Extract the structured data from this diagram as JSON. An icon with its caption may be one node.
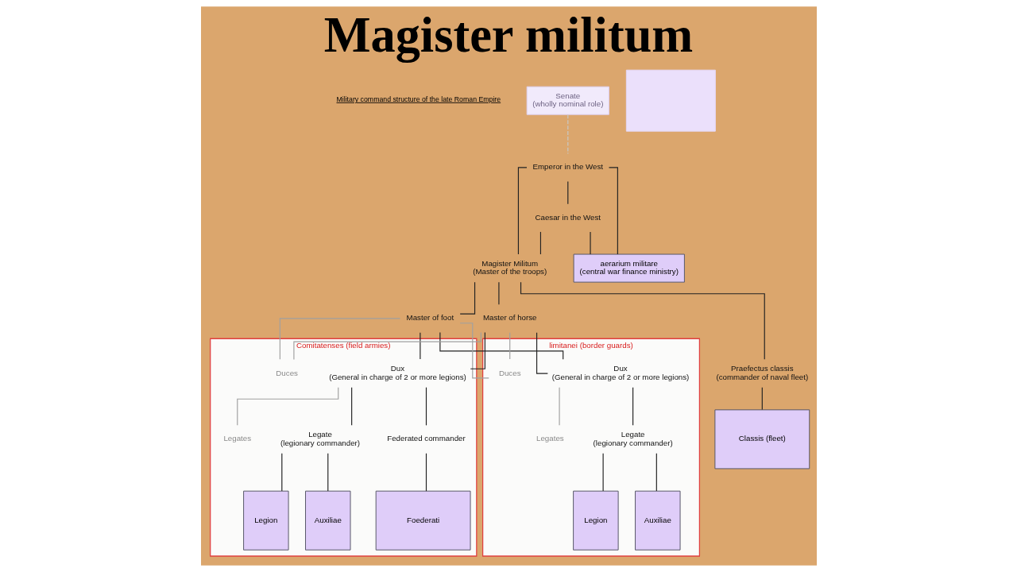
{
  "diagram": {
    "title": "Magister militum",
    "nodes": [
      {
        "text": [
          "Senate",
          "(wholly nominal role)"
        ]
      },
      {
        "text": [
          "Emperor in the West"
        ]
      },
      {
        "text": [],
        "shape": "box"
      },
      {
        "text": [
          "Caesar in the West"
        ]
      },
      {
        "text": [
          "Magister Militum",
          "(Master of the troops)"
        ]
      },
      {
        "text": [
          "aerarium militare",
          "(central war finance ministry)"
        ]
      },
      {
        "text": [
          "Master of foot"
        ]
      },
      {
        "text": [
          "Master of horse"
        ]
      },
      {
        "text": [
          "Comitatenses (field armies)"
        ]
      },
      {
        "text": [
          "Duces"
        ],
        "in": 8
      },
      {
        "text": [
          "Dux",
          "(General in charge of 2 or more legions)"
        ],
        "in": 8
      },
      {
        "text": [
          "Legates"
        ],
        "in": 8
      },
      {
        "text": [
          "Legate",
          "(legionary commander)"
        ],
        "in": 8
      },
      {
        "text": [
          "Federated commander"
        ],
        "in": 8
      },
      {
        "text": [
          "Legion"
        ],
        "in": 8
      },
      {
        "text": [
          "Auxiliae"
        ],
        "in": 8
      },
      {
        "text": [
          "Foederati"
        ],
        "in": 8
      },
      {
        "text": [
          "limitanei (border guards)"
        ]
      },
      {
        "text": [
          "Duces"
        ],
        "in": 17
      },
      {
        "text": [
          "Dux",
          "(General in charge of 2 or more legions)"
        ],
        "in": 17
      },
      {
        "text": [
          "Legates"
        ],
        "in": 17
      },
      {
        "text": [
          "Legate",
          "(legionary commander)"
        ],
        "in": 17
      },
      {
        "text": [
          "Legion"
        ],
        "in": 17
      },
      {
        "text": [
          "Auxiliae"
        ],
        "in": 17
      },
      {
        "text": [
          "Praefectus classis",
          "(commander of naval fleet)"
        ]
      },
      {
        "text": [
          "Classis (fleet)"
        ]
      }
    ],
    "edges": [
      {
        "from": 0,
        "to": 1,
        "arrow": "none",
        "style": "dashed",
        "color": "#c8c8c8"
      },
      {
        "from": 1,
        "to": 3,
        "arrow": "none"
      },
      {
        "from": 1,
        "to": 4,
        "arrow": "none"
      },
      {
        "from": 3,
        "to": 4,
        "arrow": "none"
      },
      {
        "from": 1,
        "to": 5,
        "arrow": "none"
      },
      {
        "from": 3,
        "to": 5,
        "arrow": "none"
      },
      {
        "from": 4,
        "to": 6,
        "arrow": "none"
      },
      {
        "from": 4,
        "to": 7,
        "arrow": "none"
      },
      {
        "from": 4,
        "to": 24,
        "arrow": "none"
      },
      {
        "from": 6,
        "to": 9,
        "arrow": "none",
        "color": "#a0a0a0"
      },
      {
        "from": 7,
        "to": 9,
        "arrow": "none",
        "color": "#a0a0a0"
      },
      {
        "from": 6,
        "to": 10,
        "arrow": "none"
      },
      {
        "from": 7,
        "to": 10,
        "arrow": "none"
      },
      {
        "from": 6,
        "to": 18,
        "arrow": "none",
        "color": "#a0a0a0"
      },
      {
        "from": 7,
        "to": 18,
        "arrow": "none",
        "color": "#a0a0a0"
      },
      {
        "from": 6,
        "to": 19,
        "arrow": "none"
      },
      {
        "from": 7,
        "to": 19,
        "arrow": "none"
      },
      {
        "from": 10,
        "to": 11,
        "arrow": "none",
        "color": "#a0a0a0"
      },
      {
        "from": 10,
        "to": 12,
        "arrow": "none"
      },
      {
        "from": 10,
        "to": 13,
        "arrow": "none"
      },
      {
        "from": 12,
        "to": 14,
        "arrow": "none"
      },
      {
        "from": 12,
        "to": 15,
        "arrow": "none"
      },
      {
        "from": 13,
        "to": 16,
        "arrow": "none"
      },
      {
        "from": 19,
        "to": 20,
        "arrow": "none",
        "color": "#a0a0a0"
      },
      {
        "from": 19,
        "to": 21,
        "arrow": "none"
      },
      {
        "from": 21,
        "to": 22,
        "arrow": "none"
      },
      {
        "from": 21,
        "to": 23,
        "arrow": "none"
      },
      {
        "from": 24,
        "to": 25,
        "arrow": "none"
      }
    ],
    "labels": [
      "Military command structure of the late Roman Empire"
    ]
  }
}
